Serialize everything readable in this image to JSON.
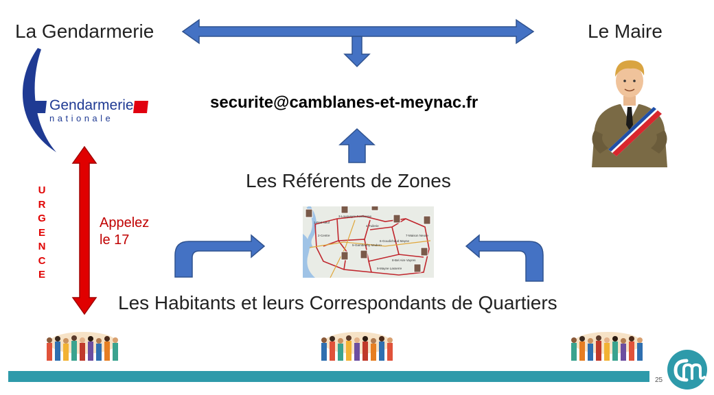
{
  "diagram": {
    "gendarmerie_label": "La Gendarmerie",
    "maire_label": "Le Maire",
    "email": "securite@camblanes-et-meynac.fr",
    "referents_label": "Les Référents de Zones",
    "habitants_label": "Les Habitants et leurs Correspondants de Quartiers",
    "urgence_letters": [
      "U",
      "R",
      "G",
      "E",
      "N",
      "C",
      "E"
    ],
    "appel_line1": "Appelez",
    "appel_line2": "le 17"
  },
  "logo": {
    "gendarmerie_title": "Gendarmerie",
    "gendarmerie_subtitle": "nationale"
  },
  "map": {
    "zones": [
      "1-Port Neuf",
      "2-Centre",
      "3-Louqueyre Fontbonne",
      "4-Tuilerie",
      "5-Gamberthy Madero",
      "6-Goudichaud Mayne",
      "7-Maison Neuve",
      "8-Bel Aire Vayres",
      "9-Mayne Lasserre"
    ]
  },
  "footer": {
    "page_number": "25"
  },
  "colors": {
    "arrow_blue": "#4472c4",
    "arrow_red": "#e00000",
    "bar_teal": "#2e9aaa",
    "logo_blue": "#1f3a93"
  }
}
